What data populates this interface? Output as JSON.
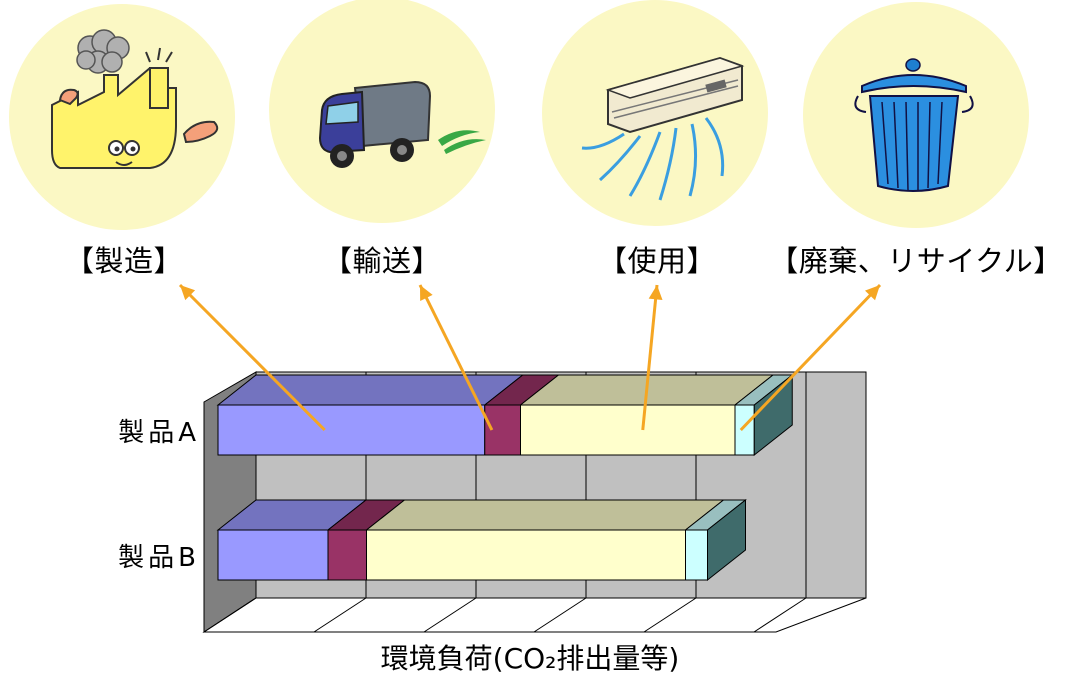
{
  "stages": [
    {
      "id": "manufacture",
      "label": "【製造】",
      "icon": "factory-icon"
    },
    {
      "id": "transport",
      "label": "【輸送】",
      "icon": "truck-icon"
    },
    {
      "id": "use",
      "label": "【使用】",
      "icon": "air-conditioner-icon"
    },
    {
      "id": "disposal",
      "label": "【廃棄、リサイクル】",
      "icon": "trash-can-icon"
    }
  ],
  "colors": {
    "circle": "#fbf8c4",
    "arrow": "#f5a623",
    "manufacture": "#9999ff",
    "transport": "#993366",
    "use": "#ffffcc",
    "disposal": "#ccffff",
    "wall": "#c0c0c0",
    "side_wall": "#808080"
  },
  "chart_data": {
    "type": "bar",
    "orientation": "horizontal",
    "stacked": true,
    "three_d": true,
    "categories": [
      "製品A",
      "製品B"
    ],
    "series": [
      {
        "name": "【製造】",
        "values": [
          48.5,
          20
        ]
      },
      {
        "name": "【輸送】",
        "values": [
          6.5,
          7
        ]
      },
      {
        "name": "【使用】",
        "values": [
          39,
          58
        ]
      },
      {
        "name": "【廃棄、リサイクル】",
        "values": [
          3.5,
          4
        ]
      }
    ],
    "xlabel": "環境負荷(CO₂排出量等)",
    "ylabel": "",
    "xlim": [
      0,
      100
    ],
    "grid": true,
    "legend": "none"
  }
}
